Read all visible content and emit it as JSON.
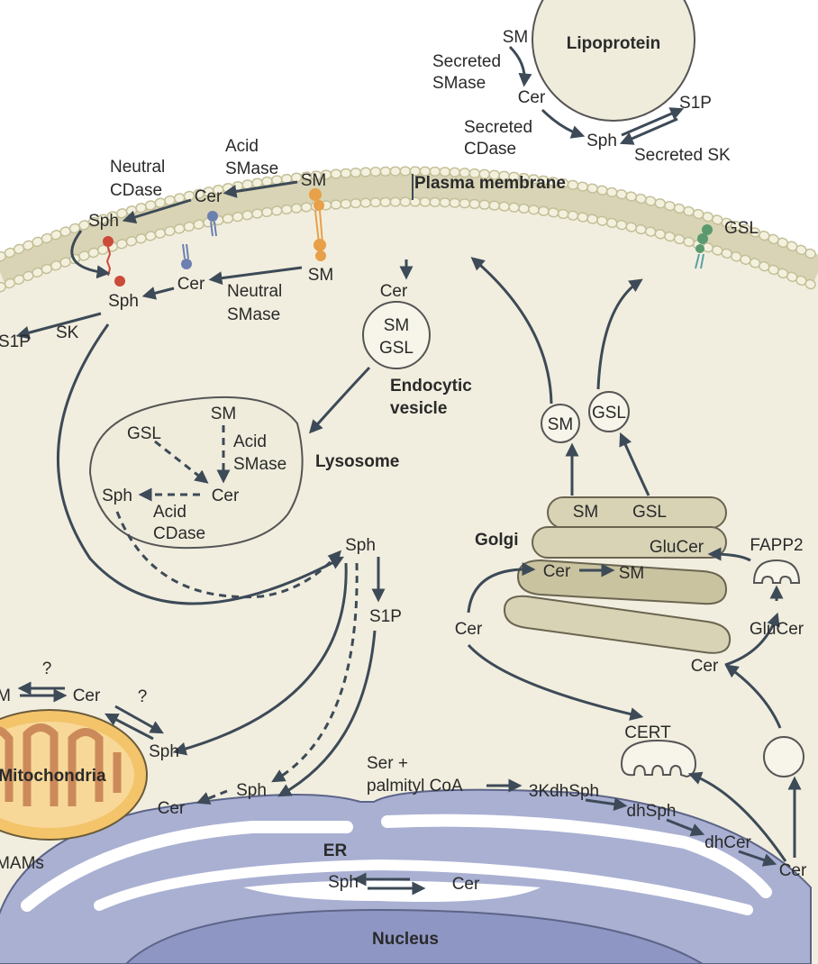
{
  "labels": {
    "lipoprotein": "Lipoprotein",
    "sm_lipo": "SM",
    "secreted_smase_1": "Secreted",
    "secreted_smase_2": "SMase",
    "cer_lipo": "Cer",
    "secreted_cdase_1": "Secreted",
    "secreted_cdase_2": "CDase",
    "sph_lipo": "Sph",
    "s1p_lipo": "S1P",
    "secreted_sk": "Secreted SK",
    "plasma_membrane": "Plasma membrane",
    "acid_smase_pm_1": "Acid",
    "acid_smase_pm_2": "SMase",
    "neutral_cdase_1": "Neutral",
    "neutral_cdase_2": "CDase",
    "sm_outer": "SM",
    "cer_outer": "Cer",
    "sph_outer": "Sph",
    "cer_inner": "Cer",
    "sph_inner": "Sph",
    "sm_inner": "SM",
    "neutral_smase_1": "Neutral",
    "neutral_smase_2": "SMase",
    "s1p_left": "S1P",
    "sk": "SK",
    "gsl_membrane": "GSL",
    "cer_endo": "Cer",
    "sm_vesicle": "SM",
    "gsl_vesicle": "GSL",
    "endocytic_1": "Endocytic",
    "endocytic_2": "vesicle",
    "lysosome": "Lysosome",
    "sm_lys": "SM",
    "gsl_lys": "GSL",
    "acid_smase_lys_1": "Acid",
    "acid_smase_lys_2": "SMase",
    "cer_lys": "Cer",
    "sph_lys": "Sph",
    "acid_cdase_1": "Acid",
    "acid_cdase_2": "CDase",
    "sph_mid": "Sph",
    "s1p_mid": "S1P",
    "sm_golgi_vesicle": "SM",
    "gsl_golgi_vesicle": "GSL",
    "golgi": "Golgi",
    "sm_golgi": "SM",
    "gsl_golgi": "GSL",
    "glucer_golgi": "GluCer",
    "fapp2": "FAPP2",
    "cer_golgi": "Cer",
    "sm_golgi2": "SM",
    "cer_left_golgi": "Cer",
    "glucer_right": "GluCer",
    "cer_right": "Cer",
    "cert": "CERT",
    "q1": "?",
    "q2": "?",
    "m_frag": "M",
    "cer_mito": "Cer",
    "sph_mito": "Sph",
    "mitochondria": "Mitochondria",
    "cer_er_left": "Cer",
    "sph_er": "Sph",
    "mams": "MAMs",
    "ser_1": "Ser +",
    "ser_2": "palmityl CoA",
    "kdhsph": "3KdhSph",
    "dhsph": "dhSph",
    "dhcer": "dhCer",
    "cer_er_right": "Cer",
    "er": "ER",
    "sph_nuc": "Sph",
    "cer_nuc": "Cer",
    "nucleus": "Nucleus"
  },
  "colors": {
    "cytoplasm": "#f1eedf",
    "membrane_head": "#efecd3",
    "arrow": "#3d4a57",
    "golgi": "#d8d3b5",
    "er": "#a9b0d2",
    "mitochondria": "#f3c46a",
    "cristae": "#cc8a5a",
    "sm_lipid": "#e8a049",
    "sph_lipid": "#cc4a3a",
    "cer_lipid": "#6c80b0",
    "gsl_lipid": "#5a9a6e"
  }
}
